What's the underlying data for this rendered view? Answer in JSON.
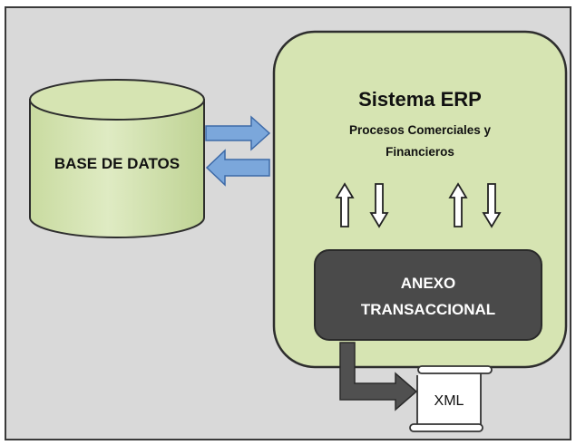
{
  "database": {
    "label": "BASE DE DATOS"
  },
  "erp": {
    "title": "Sistema ERP",
    "subtitle_line1": "Procesos Comerciales y",
    "subtitle_line2": "Financieros"
  },
  "anexo": {
    "line1": "ANEXO",
    "line2": "TRANSACCIONAL"
  },
  "output": {
    "label": "XML"
  },
  "colors": {
    "panel_bg": "#d9d9d9",
    "panel_border": "#3a3a3a",
    "green_fill": "#d6e4b2",
    "green_border": "#2e2e2e",
    "dark_box": "#4a4a4a",
    "arrow_blue": "#7ba7db",
    "arrow_blue_border": "#3d6aa8",
    "white": "#ffffff"
  },
  "icons": [
    "database-cylinder-icon",
    "arrow-right-icon",
    "arrow-left-icon",
    "arrow-up-icon",
    "arrow-down-icon",
    "scroll-document-icon",
    "elbow-arrow-icon"
  ]
}
